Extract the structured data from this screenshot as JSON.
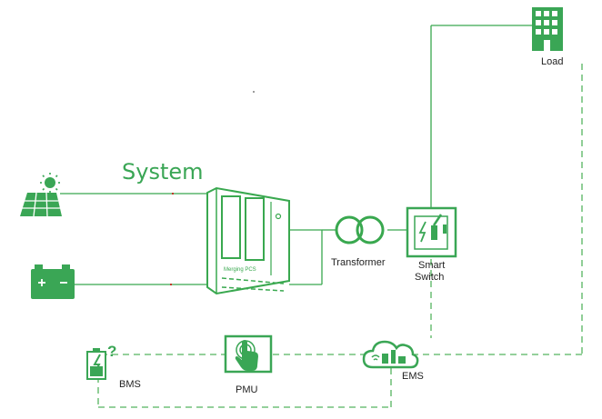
{
  "diagram": {
    "title": "System",
    "colors": {
      "accent": "#3aa655",
      "line": "#39a84f",
      "dash": "#55b35f",
      "label": "#1f1f1f"
    },
    "nodes": {
      "solar": {
        "icon": "solar-panel-icon"
      },
      "battery": {
        "icon": "battery-icon"
      },
      "inverter": {
        "icon": "inverter-cabinet-icon",
        "mark": "Merging PCS"
      },
      "transformer": {
        "icon": "transformer-icon",
        "label": "Transformer"
      },
      "smart_switch": {
        "icon": "smart-switch-icon",
        "label_line1": "Smart",
        "label_line2": "Switch"
      },
      "load": {
        "icon": "building-icon",
        "label": "Load"
      },
      "bms": {
        "icon": "bms-icon",
        "label": "BMS"
      },
      "pmu": {
        "icon": "touch-panel-icon",
        "label": "PMU"
      },
      "ems": {
        "icon": "cloud-icon",
        "label": "EMS"
      }
    }
  }
}
